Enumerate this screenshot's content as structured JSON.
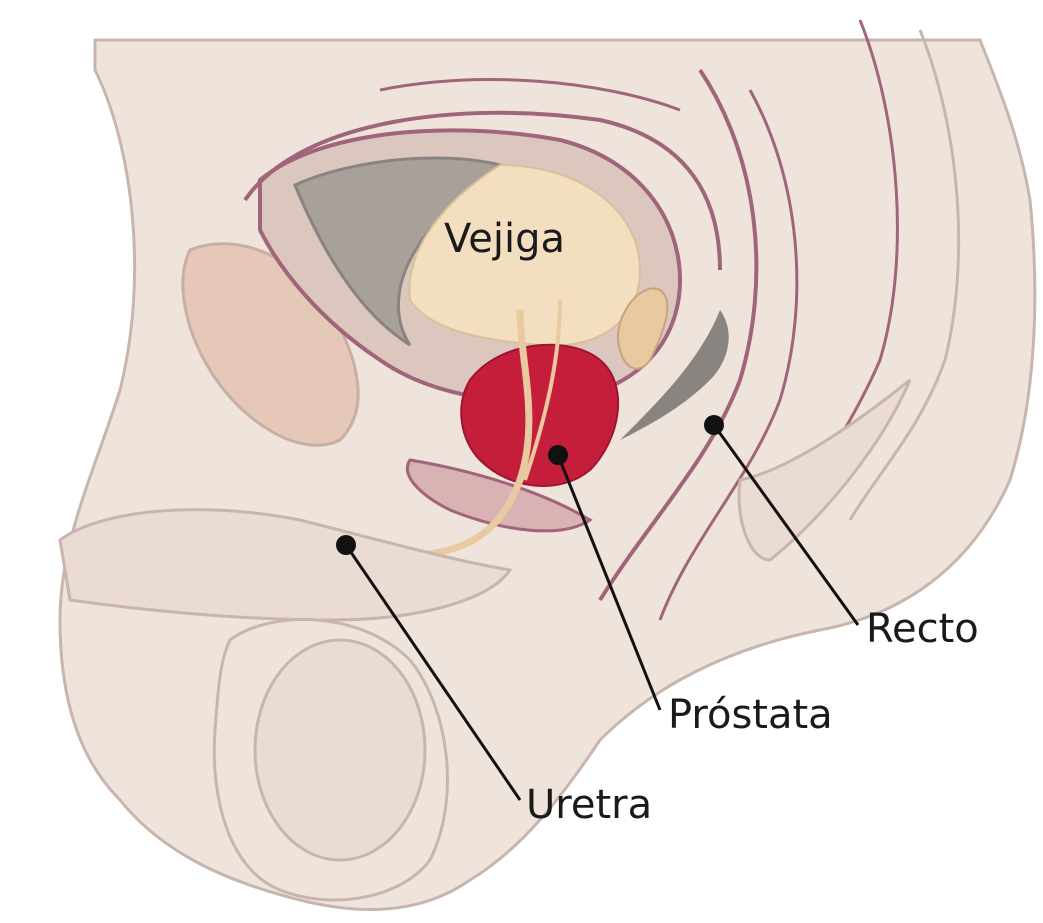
{
  "labels": {
    "bladder": "Vejiga",
    "rectum": "Recto",
    "prostate": "Próstata",
    "urethra": "Uretra"
  },
  "colors": {
    "skin": "#efe4dc",
    "outline": "#c8b6ae",
    "bladder_wall": "#dcc7bf",
    "bladder_fill": "#f3dfbf",
    "bladder_cavity": "#a7a19a",
    "prostate": "#c41e3a",
    "muscle_lines": "#a0657a",
    "urethra": "#e8c9a0"
  }
}
